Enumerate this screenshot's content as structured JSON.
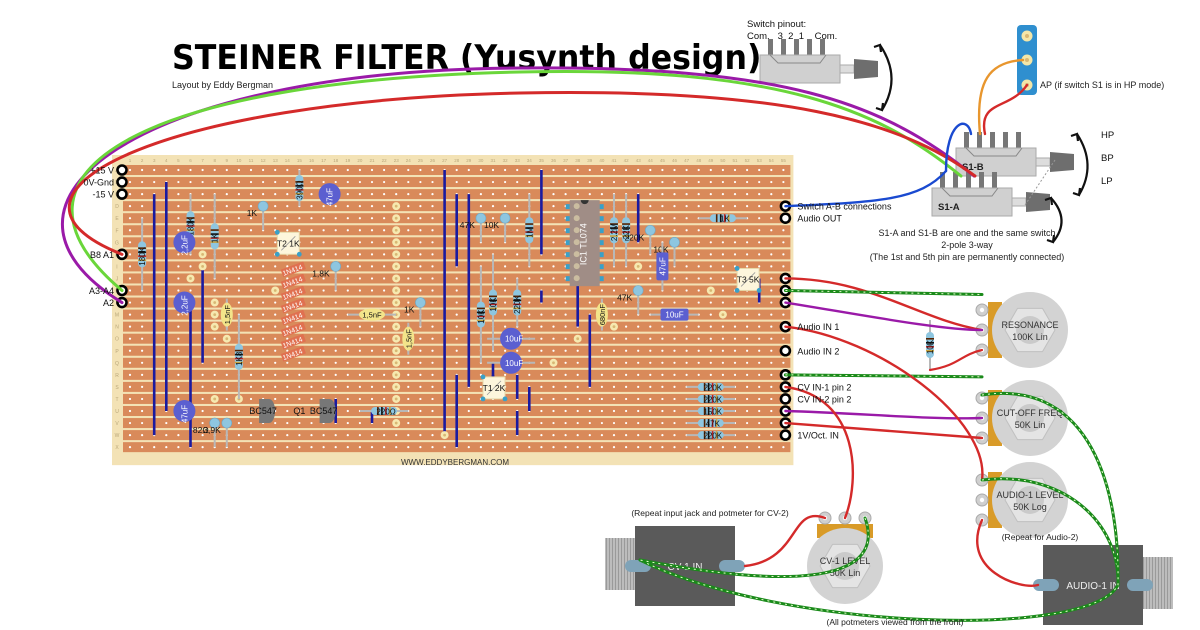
{
  "header": {
    "title": "STEINER FILTER (Yusynth design)",
    "subtitle": "Layout by Eddy Bergman"
  },
  "switch_pinout": {
    "title": "Switch pinout:",
    "pins": "Com.   3  2  1    Com."
  },
  "switch": {
    "s1a_label": "S1-A",
    "s1b_label": "S1-B",
    "positions": [
      "HP",
      "BP",
      "LP"
    ],
    "note_lines": [
      "S1-A and S1-B are one and the same switch",
      "2-pole 3-way",
      "(The 1st and 5th pin are permanently connected)"
    ],
    "ap_label": "AP (if switch S1 is in HP mode)"
  },
  "board": {
    "columns": 55,
    "rows": [
      "A",
      "B",
      "C",
      "D",
      "E",
      "F",
      "G",
      "H",
      "I",
      "J",
      "K",
      "L",
      "M",
      "N",
      "O",
      "P",
      "Q",
      "R",
      "S",
      "T",
      "U",
      "V",
      "W",
      "X"
    ],
    "website": "WWW.EDDYBERGMAN.COM",
    "colors": {
      "strip": "#d98a5a",
      "gap": "#f5e4b8",
      "border": "#f3e2b5",
      "link": "#1a1aa0",
      "hole": "#ffffff"
    }
  },
  "left_connections": [
    {
      "row": 0,
      "label": "+15 V"
    },
    {
      "row": 1,
      "label": "0V-Gnd"
    },
    {
      "row": 2,
      "label": "-15 V"
    },
    {
      "row": 7,
      "label": "B8 A1"
    },
    {
      "row": 10,
      "label": "A3-A4"
    },
    {
      "row": 11,
      "label": "A2"
    }
  ],
  "right_connections": [
    {
      "row": 3,
      "label": "Switch A-B connections"
    },
    {
      "row": 4,
      "label": "Audio OUT"
    },
    {
      "row": 9,
      "label": ""
    },
    {
      "row": 10,
      "label": ""
    },
    {
      "row": 11,
      "label": ""
    },
    {
      "row": 13,
      "label": "Audio IN 1"
    },
    {
      "row": 15,
      "label": "Audio IN 2"
    },
    {
      "row": 17,
      "label": ""
    },
    {
      "row": 18,
      "label": "CV IN-1 pin 2"
    },
    {
      "row": 19,
      "label": "CV IN-2 pin 2"
    },
    {
      "row": 20,
      "label": ""
    },
    {
      "row": 21,
      "label": ""
    },
    {
      "row": 22,
      "label": "1V/Oct. IN"
    }
  ],
  "components": {
    "resistors": [
      {
        "label": "180K",
        "col": 2,
        "r1": 4,
        "r2": 10,
        "vertical": true
      },
      {
        "label": "180K",
        "col": 6,
        "r1": 2,
        "r2": 7,
        "vertical": true
      },
      {
        "label": "1K",
        "col": 8,
        "r1": 2,
        "r2": 9,
        "vertical": true
      },
      {
        "label": "390Ω",
        "col": 15,
        "r1": 0,
        "r2": 3,
        "vertical": true
      },
      {
        "label": "1K8",
        "col": 10,
        "r1": 12,
        "r2": 19,
        "vertical": true
      },
      {
        "label": "10K",
        "col": 30,
        "r1": 8,
        "r2": 16,
        "vertical": true
      },
      {
        "label": "10K",
        "col": 31,
        "r1": 7,
        "r2": 15,
        "vertical": true
      },
      {
        "label": "220K",
        "col": 33,
        "r1": 9,
        "r2": 13,
        "vertical": true
      },
      {
        "label": "1M",
        "col": 34,
        "r1": 2,
        "r2": 8,
        "vertical": true
      },
      {
        "label": "2.2M",
        "col": 41,
        "r1": 2,
        "r2": 8,
        "vertical": true
      },
      {
        "label": "22K",
        "col": 42,
        "r1": 2,
        "r2": 8,
        "vertical": true
      },
      {
        "label": "1K",
        "row": 4,
        "c1": 48,
        "c2": 52,
        "vertical": false
      },
      {
        "label": "220Ω",
        "row": 20,
        "c1": 20,
        "c2": 24,
        "vertical": false
      },
      {
        "label": "220K",
        "row": 18,
        "c1": 47,
        "c2": 51,
        "vertical": false
      },
      {
        "label": "220K",
        "row": 19,
        "c1": 47,
        "c2": 51,
        "vertical": false
      },
      {
        "label": "150K",
        "row": 20,
        "c1": 47,
        "c2": 51,
        "vertical": false
      },
      {
        "label": "47K",
        "row": 21,
        "c1": 47,
        "c2": 51,
        "vertical": false
      },
      {
        "label": "220K",
        "row": 22,
        "c1": 47,
        "c2": 51,
        "vertical": false
      }
    ],
    "upright_resistors": [
      {
        "label": "1K",
        "col": 12,
        "row": 3
      },
      {
        "label": "1,8K",
        "col": 18,
        "row": 8
      },
      {
        "label": "1K",
        "col": 25,
        "row": 11
      },
      {
        "label": "47K",
        "col": 30,
        "row": 4
      },
      {
        "label": "10K",
        "col": 32,
        "row": 4
      },
      {
        "label": "220K",
        "col": 44,
        "row": 5
      },
      {
        "label": "10K",
        "col": 46,
        "row": 6
      },
      {
        "label": "47K",
        "col": 43,
        "row": 10
      },
      {
        "label": "82Ω",
        "col": 8,
        "row": 21
      },
      {
        "label": "3,9K",
        "col": 9,
        "row": 21
      }
    ],
    "electrolytic_caps": [
      {
        "label": "2,2uF",
        "col": 5,
        "row": 6
      },
      {
        "label": "2,2uF",
        "col": 5,
        "row": 11
      },
      {
        "label": "47uF",
        "col": 5,
        "row": 20
      },
      {
        "label": "47uF",
        "col": 17,
        "row": 2
      },
      {
        "label": "10uF",
        "col": 32,
        "row": 14
      },
      {
        "label": "10uF",
        "col": 32,
        "row": 16
      }
    ],
    "tantalum_caps": [
      {
        "label": "47uF",
        "col": 45,
        "row": 8,
        "vertical": true
      },
      {
        "label": "10uF",
        "col": 46,
        "row": 12,
        "vertical": false
      }
    ],
    "film_caps": [
      {
        "label": "1,5nF",
        "col": 9,
        "row": 12,
        "vertical": true
      },
      {
        "label": "1,5nF",
        "col": 21,
        "row": 12,
        "vertical": false
      },
      {
        "label": "1,5nF",
        "col": 24,
        "row": 14,
        "vertical": true
      },
      {
        "label": "680nF",
        "col": 40,
        "row": 12,
        "vertical": true
      }
    ],
    "diodes": {
      "label": "1N4148",
      "count": 8
    },
    "trimmers": [
      {
        "label": "T2  1K",
        "col": 14,
        "row": 6
      },
      {
        "label": "T3  5K",
        "col": 52,
        "row": 9
      },
      {
        "label": "T1  2K",
        "col": 31,
        "row": 18
      }
    ],
    "transistors": [
      {
        "label": "BC547",
        "col": 12,
        "row": 20
      },
      {
        "label": "Q1",
        "col": 15,
        "row": 20
      },
      {
        "label": "BC547",
        "col": 17,
        "row": 20
      }
    ],
    "ic": {
      "label": "IC1",
      "part": "TL074"
    }
  },
  "potentiometers": [
    {
      "name": "RESONANCE",
      "value": "100K Lin"
    },
    {
      "name": "CUT-OFF FREQ",
      "value": "50K Lin"
    },
    {
      "name": "AUDIO-1 LEVEL",
      "value": "50K Log"
    },
    {
      "name": "CV-1 LEVEL",
      "value": "50K Lin"
    }
  ],
  "jacks": [
    {
      "label": "CV-1 IN"
    },
    {
      "label": "AUDIO-1 IN"
    }
  ],
  "notes": {
    "repeat_cv": "(Repeat input jack and potmeter for CV-2)",
    "repeat_audio": "(Repeat for Audio-2)",
    "pots_front": "(All potmeters viewed from the front)",
    "resistor_10k": "10K"
  },
  "wire_colors": {
    "red": "#d42a2a",
    "green": "#6ad63a",
    "purple": "#9a1aa8",
    "blue": "#1a4ad0",
    "orange": "#e8962e",
    "ground_dashed": "#1a8a1a"
  }
}
